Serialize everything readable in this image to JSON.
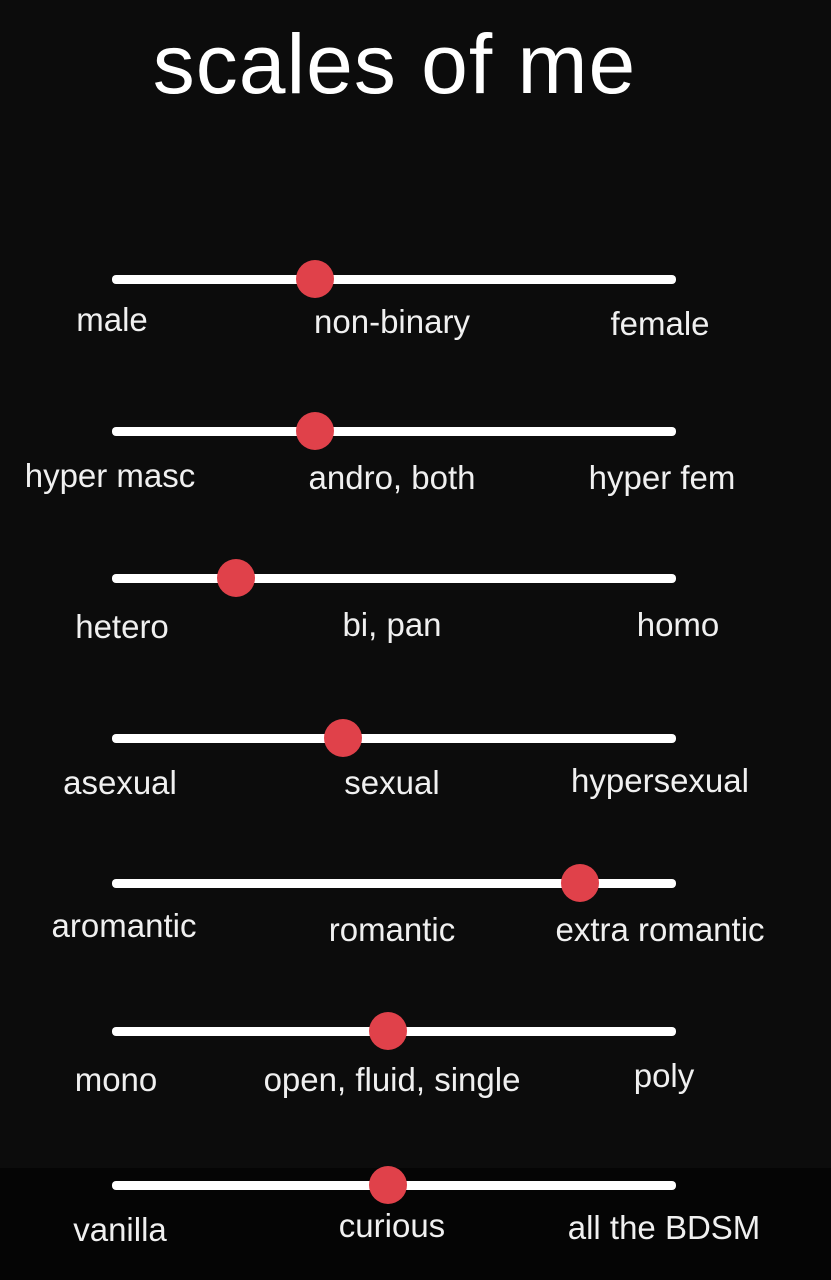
{
  "title": "scales of me",
  "colors": {
    "background": "#0c0c0c",
    "track": "#ffffff",
    "knob": "#e0414a",
    "text": "#f0f0f0"
  },
  "scales": [
    {
      "left": "male",
      "middle": "non-binary",
      "right": "female",
      "position": 0.36
    },
    {
      "left": "hyper masc",
      "middle": "andro, both",
      "right": "hyper fem",
      "position": 0.36
    },
    {
      "left": "hetero",
      "middle": "bi, pan",
      "right": "homo",
      "position": 0.22
    },
    {
      "left": "asexual",
      "middle": "sexual",
      "right": "hypersexual",
      "position": 0.41
    },
    {
      "left": "aromantic",
      "middle": "romantic",
      "right": "extra romantic",
      "position": 0.83
    },
    {
      "left": "mono",
      "middle": "open, fluid, single",
      "right": "poly",
      "position": 0.49
    },
    {
      "left": "vanilla",
      "middle": "curious",
      "right": "all the BDSM",
      "position": 0.49
    }
  ]
}
